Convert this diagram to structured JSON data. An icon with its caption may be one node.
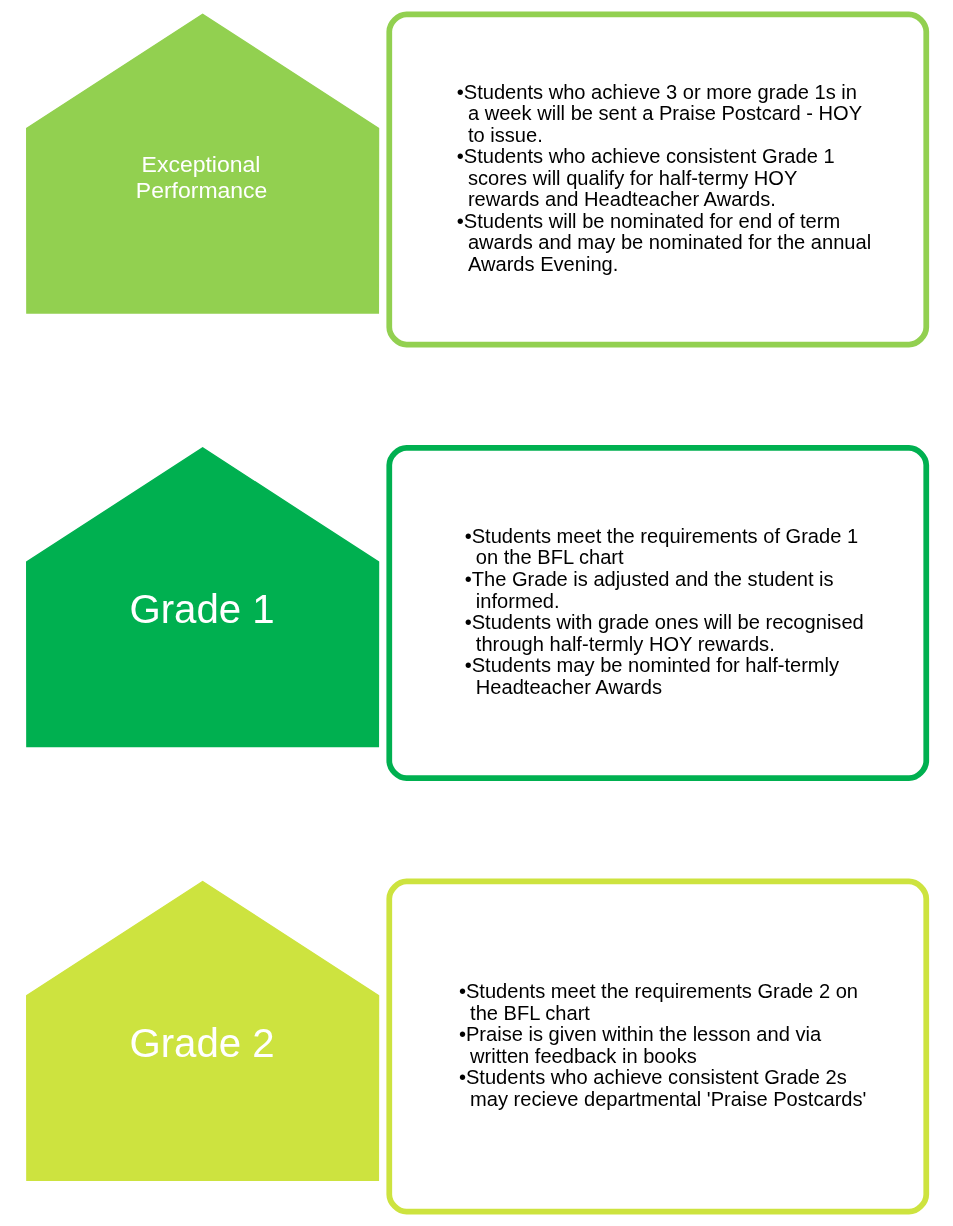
{
  "diagram": {
    "nodes": [
      {
        "text": [
          "Exceptional Performance"
        ]
      },
      {
        "text": [
          "•Students who achieve 3 or more grade 1s in a week will be sent a Praise Postcard - HOY to issue.",
          "•Students who achieve consistent Grade 1 scores will qualify for half-termy HOY rewards and Headteacher Awards.",
          "•Students will be nominated for end of term awards and may be nominated for the annual Awards Evening."
        ]
      },
      {
        "text": [
          "Grade 1"
        ]
      },
      {
        "text": [
          "•Students meet the requirements of Grade 1 on the BFL chart",
          "•The Grade is adjusted and the student is informed.",
          "•Students with grade ones will be recognised through half-termly HOY rewards.",
          "•Students may be nominted for half-termly Headteacher Awards"
        ]
      },
      {
        "text": [
          "Grade 2"
        ]
      },
      {
        "text": [
          "•Students meet the requirements Grade 2 on the BFL chart",
          "•Praise is given within the lesson and via written feedback in books",
          "•Students who achieve consistent Grade 2s may recieve departmental 'Praise Postcards'"
        ]
      }
    ]
  }
}
